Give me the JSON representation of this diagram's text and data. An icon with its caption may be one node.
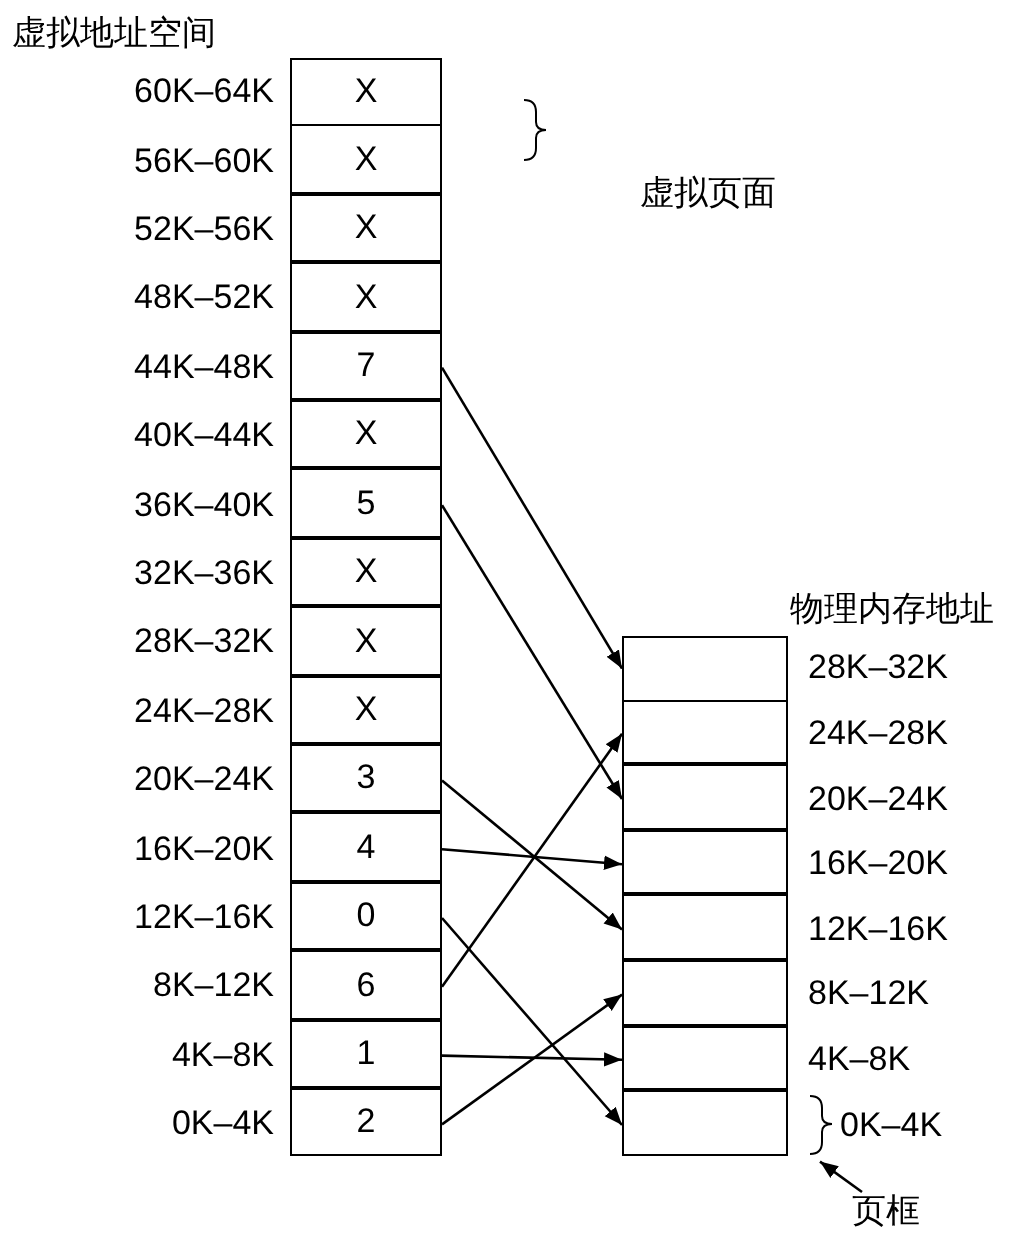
{
  "diagram": {
    "nodes": [
      {
        "text": [
          "X"
        ],
        "beside": [
          "60K–64K"
        ]
      },
      {
        "text": [
          "X"
        ],
        "beside": [
          "56K–60K"
        ]
      },
      {
        "text": [
          "X"
        ],
        "beside": [
          "52K–56K"
        ]
      },
      {
        "text": [
          "X"
        ],
        "beside": [
          "48K–52K"
        ]
      },
      {
        "text": [
          "7"
        ],
        "beside": [
          "44K–48K"
        ]
      },
      {
        "text": [
          "X"
        ],
        "beside": [
          "40K–44K"
        ]
      },
      {
        "text": [
          "5"
        ],
        "beside": [
          "36K–40K"
        ]
      },
      {
        "text": [
          "X"
        ],
        "beside": [
          "32K–36K"
        ]
      },
      {
        "text": [
          "X"
        ],
        "beside": [
          "28K–32K"
        ]
      },
      {
        "text": [
          "X"
        ],
        "beside": [
          "24K–28K"
        ]
      },
      {
        "text": [
          "3"
        ],
        "beside": [
          "20K–24K"
        ]
      },
      {
        "text": [
          "4"
        ],
        "beside": [
          "16K–20K"
        ]
      },
      {
        "text": [
          "0"
        ],
        "beside": [
          "12K–16K"
        ]
      },
      {
        "text": [
          "6"
        ],
        "beside": [
          "8K–12K"
        ]
      },
      {
        "text": [
          "1"
        ],
        "beside": [
          "4K–8K"
        ]
      },
      {
        "text": [
          "2"
        ],
        "beside": [
          "0K–4K"
        ]
      },
      {
        "text": [],
        "shape": "box",
        "beside": [
          "28K–32K"
        ]
      },
      {
        "text": [],
        "shape": "box",
        "beside": [
          "24K–28K"
        ]
      },
      {
        "text": [],
        "shape": "box",
        "beside": [
          "20K–24K"
        ]
      },
      {
        "text": [],
        "shape": "box",
        "beside": [
          "16K–20K"
        ]
      },
      {
        "text": [],
        "shape": "box",
        "beside": [
          "12K–16K"
        ]
      },
      {
        "text": [],
        "shape": "box",
        "beside": [
          "8K–12K"
        ]
      },
      {
        "text": [],
        "shape": "box",
        "beside": [
          "4K–8K"
        ]
      },
      {
        "text": [],
        "shape": "box",
        "beside": [
          "0K–4K"
        ]
      },
      {
        "text": [
          "页框"
        ]
      }
    ],
    "edges": [
      {
        "from": 4,
        "to": 16,
        "arrow": "to"
      },
      {
        "from": 6,
        "to": 18,
        "arrow": "to"
      },
      {
        "from": 10,
        "to": 20,
        "arrow": "to"
      },
      {
        "from": 11,
        "to": 19,
        "arrow": "to"
      },
      {
        "from": 12,
        "to": 23,
        "arrow": "to"
      },
      {
        "from": 13,
        "to": 17,
        "arrow": "to"
      },
      {
        "from": 14,
        "to": 22,
        "arrow": "to"
      },
      {
        "from": 15,
        "to": 21,
        "arrow": "to"
      },
      {
        "from": 24,
        "to": 23,
        "arrow": "to"
      }
    ],
    "labels": [
      "虚拟地址空间",
      "虚拟页面",
      "物理内存地址"
    ]
  }
}
